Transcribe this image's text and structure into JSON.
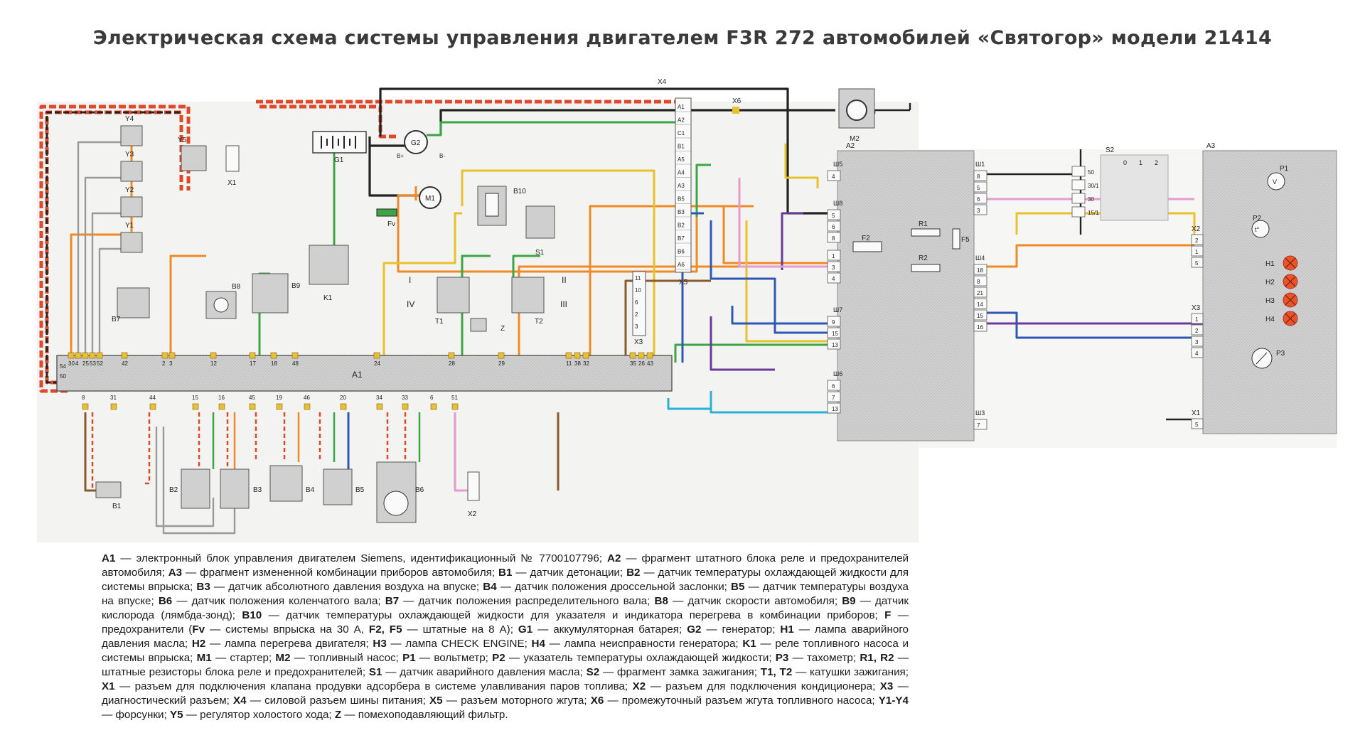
{
  "title": "Электрическая схема системы управления двигателем F3R 272 автомобилей «Святогор» модели 21414",
  "colors": {
    "red": "#e0482a",
    "orange": "#f08a24",
    "yellow": "#e8c22a",
    "green": "#3ca646",
    "blue": "#2f57b5",
    "purple": "#6a3a9a",
    "pink": "#e79ad0",
    "brown": "#8b5a2b",
    "black": "#222222",
    "gray": "#9a9a9a",
    "cyan": "#2bb0d8",
    "white": "#ffffff",
    "module_fill": "#d7d7d7",
    "module_stroke": "#555555"
  },
  "labels": {
    "A1": "A1",
    "A2": "A2",
    "A3": "A3",
    "B1": "B1",
    "B2": "B2",
    "B3": "B3",
    "B4": "B4",
    "B5": "B5",
    "B6": "B6",
    "B7": "B7",
    "B8": "B8",
    "B9": "B9",
    "B10": "B10",
    "G1": "G1",
    "G2": "G2",
    "M1": "M1",
    "M2": "M2",
    "K1": "K1",
    "S1": "S1",
    "S2": "S2",
    "T1": "T1",
    "T2": "T2",
    "Z": "Z",
    "Fv": "Fv",
    "F2": "F2",
    "F5": "F5",
    "R1": "R1",
    "R2": "R2",
    "Y1": "Y1",
    "Y2": "Y2",
    "Y3": "Y3",
    "Y4": "Y4",
    "Y5": "Y5",
    "X1": "X1",
    "X2": "X2",
    "X3": "X3",
    "X4": "X4",
    "X5": "X5",
    "X6": "X6",
    "P1": "P1",
    "P2": "P2",
    "P3": "P3",
    "H1": "H1",
    "H2": "H2",
    "H3": "H3",
    "H4": "H4",
    "roman1": "I",
    "roman2": "II",
    "roman3": "III",
    "roman4": "IV",
    "bplus": "B+",
    "bminus": "B-",
    "V": "V",
    "t": "t°"
  },
  "a1_top_pins": [
    "30",
    "4",
    "25",
    "53",
    "52",
    "42",
    "2",
    "3",
    "12",
    "17",
    "18",
    "48",
    "24",
    "28",
    "29",
    "11",
    "38",
    "32",
    "35",
    "26",
    "43"
  ],
  "a1_left_pins": [
    "54",
    "50"
  ],
  "a1_bottom_pins": [
    "8",
    "31",
    "44",
    "15",
    "16",
    "45",
    "19",
    "46",
    "20",
    "34",
    "33",
    "6",
    "51"
  ],
  "x4_pins": [
    "A1",
    "A2",
    "C1",
    "B1",
    "A5",
    "A4",
    "A3",
    "B5",
    "B3",
    "B2",
    "B7",
    "B6",
    "A6"
  ],
  "x3_pins": [
    "11",
    "10",
    "6",
    "2",
    "3"
  ],
  "a2_blocks": [
    {
      "name": "Ш5",
      "pins": [
        "4"
      ]
    },
    {
      "name": "Ш8",
      "pins": [
        "5",
        "6",
        "8"
      ]
    },
    {
      "name": "",
      "pins": [
        "1",
        "3",
        "4"
      ]
    },
    {
      "name": "Ш7",
      "pins": [
        "9",
        "15",
        "13"
      ]
    },
    {
      "name": "Ш6",
      "pins": [
        "6",
        "7",
        "13"
      ]
    }
  ],
  "a2_right_blocks": [
    {
      "name": "Ш1",
      "pins": [
        "8",
        "5",
        "6",
        "3"
      ]
    },
    {
      "name": "Ш4",
      "pins": [
        "18",
        "8",
        "21",
        "14",
        "15",
        "16"
      ]
    },
    {
      "name": "Ш3",
      "pins": [
        "7"
      ]
    }
  ],
  "s2_pins": [
    "50",
    "30/1",
    "30",
    "15/1"
  ],
  "s2_positions": [
    "0",
    "1",
    "2"
  ],
  "a3_x2_pins": [
    "2",
    "1",
    "5"
  ],
  "a3_x3_pins": [
    "1",
    "2",
    "3",
    "4"
  ],
  "a3_x1_pins": [
    "5"
  ],
  "legend": [
    {
      "k": "A1",
      "t": " — электронный блок управления двигателем Siemens, идентификационный № 7700107796; "
    },
    {
      "k": "A2",
      "t": " — фрагмент штатного блока реле и предохранителей автомобиля; "
    },
    {
      "k": "A3",
      "t": " — фрагмент измененной комбинации приборов автомобиля; "
    },
    {
      "k": "B1",
      "t": " — датчик детонации; "
    },
    {
      "k": "B2",
      "t": " — датчик температуры охлаждающей жидкости для системы впрыска; "
    },
    {
      "k": "B3",
      "t": " — датчик абсолютного давления воздуха на впуске; "
    },
    {
      "k": "B4",
      "t": " — датчик положения дроссельной заслонки; "
    },
    {
      "k": "B5",
      "t": " — датчик температуры воздуха на впуске; "
    },
    {
      "k": "B6",
      "t": " — датчик положения коленчатого вала; "
    },
    {
      "k": "B7",
      "t": " — датчик положения распределительного вала; "
    },
    {
      "k": "B8",
      "t": " — датчик скорости автомобиля; "
    },
    {
      "k": "B9",
      "t": " — датчик кислорода (лямбда-зонд); "
    },
    {
      "k": "B10",
      "t": " — датчик температуры охлаждающей жидкости для указателя и индикатора перегрева в комбинации приборов; "
    },
    {
      "k": "F",
      "t": " — предохранители ("
    },
    {
      "k": "Fv",
      "t": " — системы впрыска на 30 А, "
    },
    {
      "k": "F2, F5",
      "t": " — штатные на 8 А); "
    },
    {
      "k": "G1",
      "t": " — аккумуляторная батарея; "
    },
    {
      "k": "G2",
      "t": " — генератор; "
    },
    {
      "k": "H1",
      "t": " — лампа аварийного давления масла; "
    },
    {
      "k": "H2",
      "t": " — лампа перегрева двигателя; "
    },
    {
      "k": "H3",
      "t": " — лампа CHECK ENGINE; "
    },
    {
      "k": "H4",
      "t": " — лампа неисправности генератора; "
    },
    {
      "k": "K1",
      "t": " — реле топливного насоса и системы впрыска; "
    },
    {
      "k": "M1",
      "t": " — стартер; "
    },
    {
      "k": "M2",
      "t": " — топливный насос; "
    },
    {
      "k": "P1",
      "t": " — вольтметр; "
    },
    {
      "k": "P2",
      "t": " — указатель температуры охлаждающей жидкости; "
    },
    {
      "k": "P3",
      "t": " — тахометр; "
    },
    {
      "k": "R1, R2",
      "t": " — штатные резисторы блока реле и предохранителей; "
    },
    {
      "k": "S1",
      "t": " — датчик аварийного давления масла; "
    },
    {
      "k": "S2",
      "t": " — фрагмент замка зажигания; "
    },
    {
      "k": "T1, T2",
      "t": " — катушки зажигания; "
    },
    {
      "k": "X1",
      "t": " — разъем для подключения клапана продувки адсорбера в системе улавливания паров топлива; "
    },
    {
      "k": "X2",
      "t": " — разъем для подключения кондиционера; "
    },
    {
      "k": "X3",
      "t": " — диагностический разъем; "
    },
    {
      "k": "X4",
      "t": " — силовой разъем шины питания; "
    },
    {
      "k": "X5",
      "t": " — разъем моторного жгута; "
    },
    {
      "k": "X6",
      "t": " — промежуточный разъем жгута топливного насоса; "
    },
    {
      "k": "Y1-Y4",
      "t": " — форсунки; "
    },
    {
      "k": "Y5",
      "t": " — регулятор холостого хода; "
    },
    {
      "k": "Z",
      "t": " — помехоподавляющий фильтр."
    }
  ]
}
